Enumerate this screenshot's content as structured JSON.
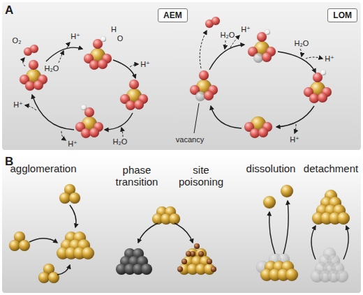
{
  "diagram": {
    "nodes": [
      {
        "text": [
          "AEM"
        ]
      },
      {
        "text": [
          "LOM"
        ]
      }
    ],
    "labels": [
      "A",
      "O₂",
      "H⁺",
      "H₂O",
      "H",
      "O",
      "H⁺",
      "H₂O",
      "H⁺",
      "H⁺",
      "H⁺",
      "H₂O",
      "H₂O",
      "H⁺",
      "H⁺",
      "vacancy",
      "B",
      "agglomeration",
      "phase transition",
      "site poisoning",
      "dissolution",
      "detachment"
    ]
  }
}
